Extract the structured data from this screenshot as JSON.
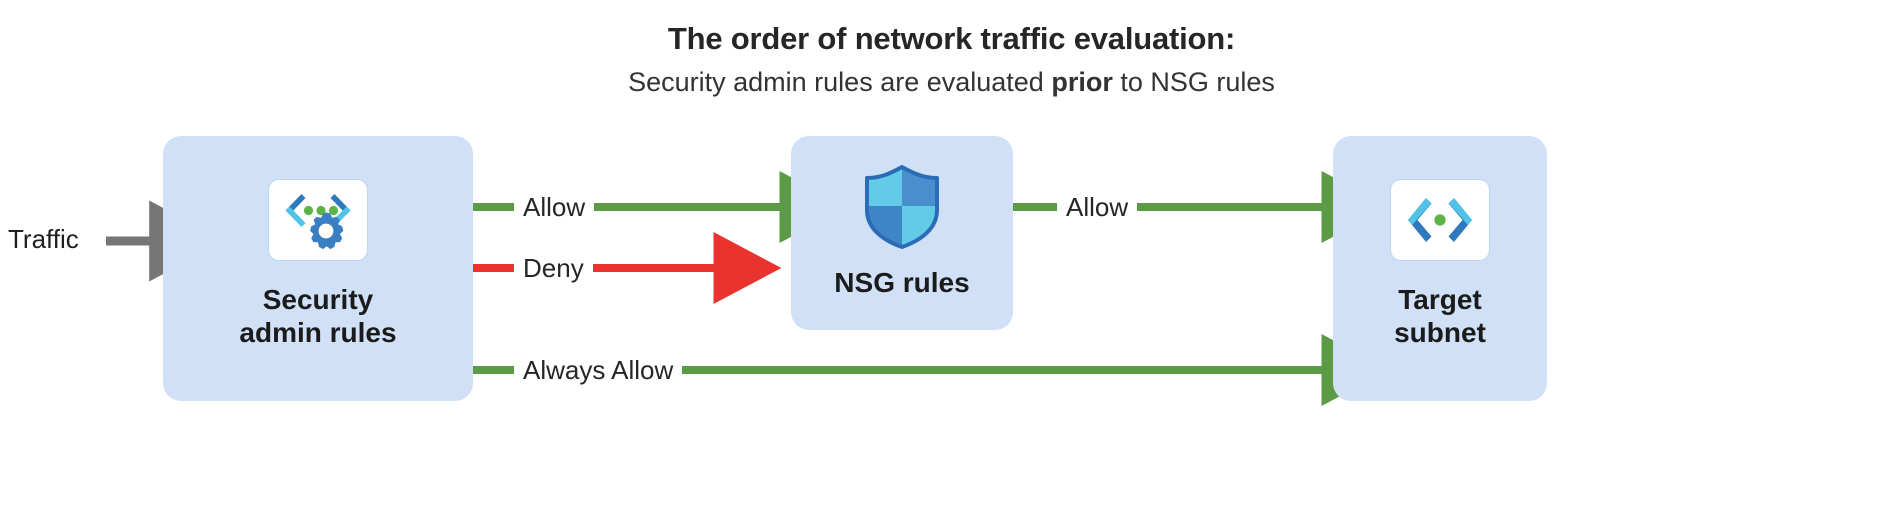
{
  "heading": {
    "title": "The order of network traffic evaluation:",
    "subtitle_before": "Security admin rules are evaluated ",
    "subtitle_emphasis": "prior",
    "subtitle_after": " to NSG rules"
  },
  "diagram": {
    "type": "flow",
    "entry_label": "Traffic",
    "nodes": [
      {
        "id": "security",
        "label": "Security\nadmin rules",
        "icon": "azure-virtual-network-manager-icon"
      },
      {
        "id": "nsg",
        "label": "NSG rules",
        "icon": "shield-icon"
      },
      {
        "id": "target",
        "label": "Target\nsubnet",
        "icon": "subnet-code-icon"
      }
    ],
    "edges": [
      {
        "id": "traffic-in",
        "label": "",
        "from": "traffic",
        "to": "security",
        "color": "#767676",
        "verdict": "input"
      },
      {
        "id": "allow-1",
        "label": "Allow",
        "from": "security",
        "to": "nsg",
        "color": "#5b9b45",
        "verdict": "allow"
      },
      {
        "id": "deny",
        "label": "Deny",
        "from": "security",
        "to": "blocked",
        "color": "#e8332e",
        "verdict": "deny"
      },
      {
        "id": "allow-2",
        "label": "Allow",
        "from": "nsg",
        "to": "target",
        "color": "#5b9b45",
        "verdict": "allow"
      },
      {
        "id": "always-allow",
        "label": "Always Allow",
        "from": "security",
        "to": "target",
        "color": "#5b9b45",
        "verdict": "always-allow"
      }
    ]
  },
  "colors": {
    "node_fill": "#cfe0f7",
    "allow_green": "#5b9b45",
    "deny_red": "#e8332e",
    "traffic_gray": "#767676",
    "icon_blue_dark": "#2e79bd",
    "icon_blue_light": "#50c4e8",
    "icon_green_dot": "#5fb246",
    "shield_light": "#62cbe8",
    "shield_mid": "#4a8ecd",
    "shield_outline": "#2b6cb5",
    "text_dark": "#1f1f1f"
  }
}
